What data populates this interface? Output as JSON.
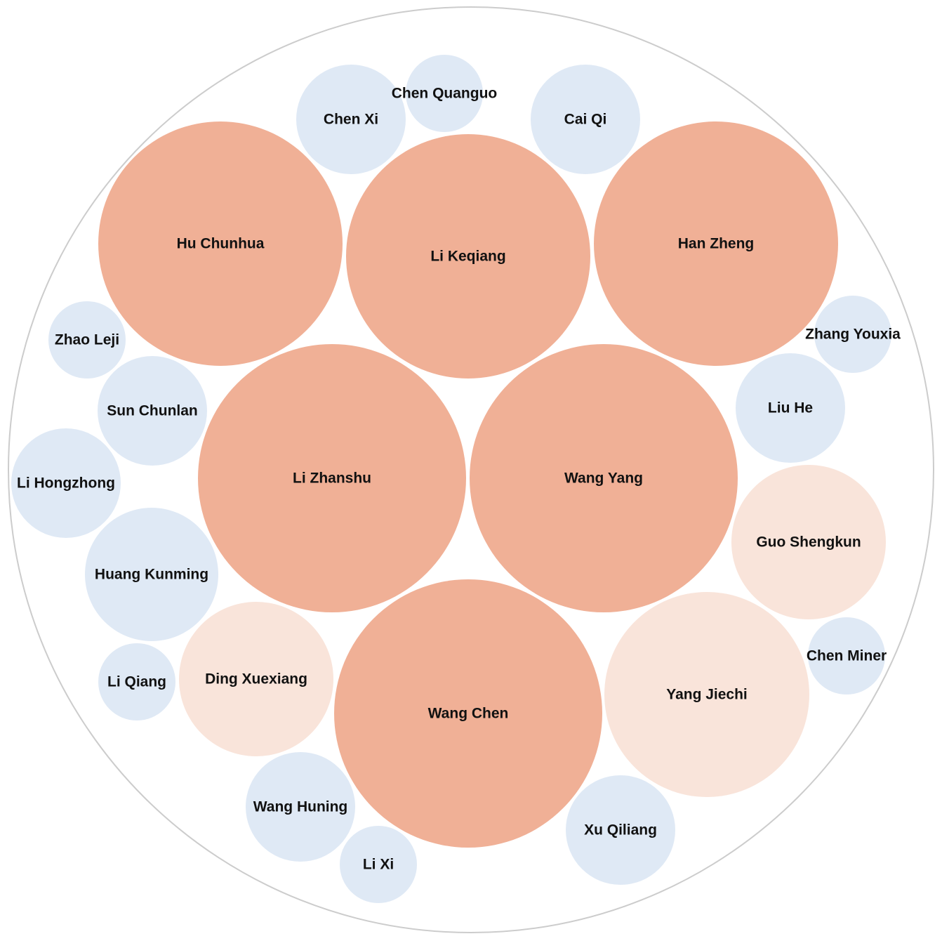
{
  "chart_data": {
    "type": "bubble-pack",
    "title": "",
    "colors": {
      "large": "#f0b096",
      "medium": "#f9e4da",
      "small": "#dfe9f5",
      "outline": "#cccccc"
    },
    "nodes": [
      {
        "name": "Hu Chunhua",
        "group": "large",
        "value": 174
      },
      {
        "name": "Li Keqiang",
        "group": "large",
        "value": 174
      },
      {
        "name": "Han Zheng",
        "group": "large",
        "value": 174
      },
      {
        "name": "Li Zhanshu",
        "group": "large",
        "value": 191
      },
      {
        "name": "Wang Yang",
        "group": "large",
        "value": 191
      },
      {
        "name": "Wang Chen",
        "group": "large",
        "value": 191
      },
      {
        "name": "Guo Shengkun",
        "group": "medium",
        "value": 110
      },
      {
        "name": "Yang Jiechi",
        "group": "medium",
        "value": 146
      },
      {
        "name": "Ding Xuexiang",
        "group": "medium",
        "value": 110
      },
      {
        "name": "Chen Xi",
        "group": "small",
        "value": 78
      },
      {
        "name": "Chen Quanguo",
        "group": "small",
        "value": 55
      },
      {
        "name": "Cai Qi",
        "group": "small",
        "value": 78
      },
      {
        "name": "Zhao Leji",
        "group": "small",
        "value": 55
      },
      {
        "name": "Sun Chunlan",
        "group": "small",
        "value": 78
      },
      {
        "name": "Li Hongzhong",
        "group": "small",
        "value": 78
      },
      {
        "name": "Huang Kunming",
        "group": "small",
        "value": 95
      },
      {
        "name": "Li Qiang",
        "group": "small",
        "value": 55
      },
      {
        "name": "Wang Huning",
        "group": "small",
        "value": 78
      },
      {
        "name": "Li Xi",
        "group": "small",
        "value": 55
      },
      {
        "name": "Xu Qiliang",
        "group": "small",
        "value": 78
      },
      {
        "name": "Zhang Youxia",
        "group": "small",
        "value": 55
      },
      {
        "name": "Liu He",
        "group": "small",
        "value": 78
      },
      {
        "name": "Chen Miner",
        "group": "small",
        "value": 55
      }
    ]
  }
}
